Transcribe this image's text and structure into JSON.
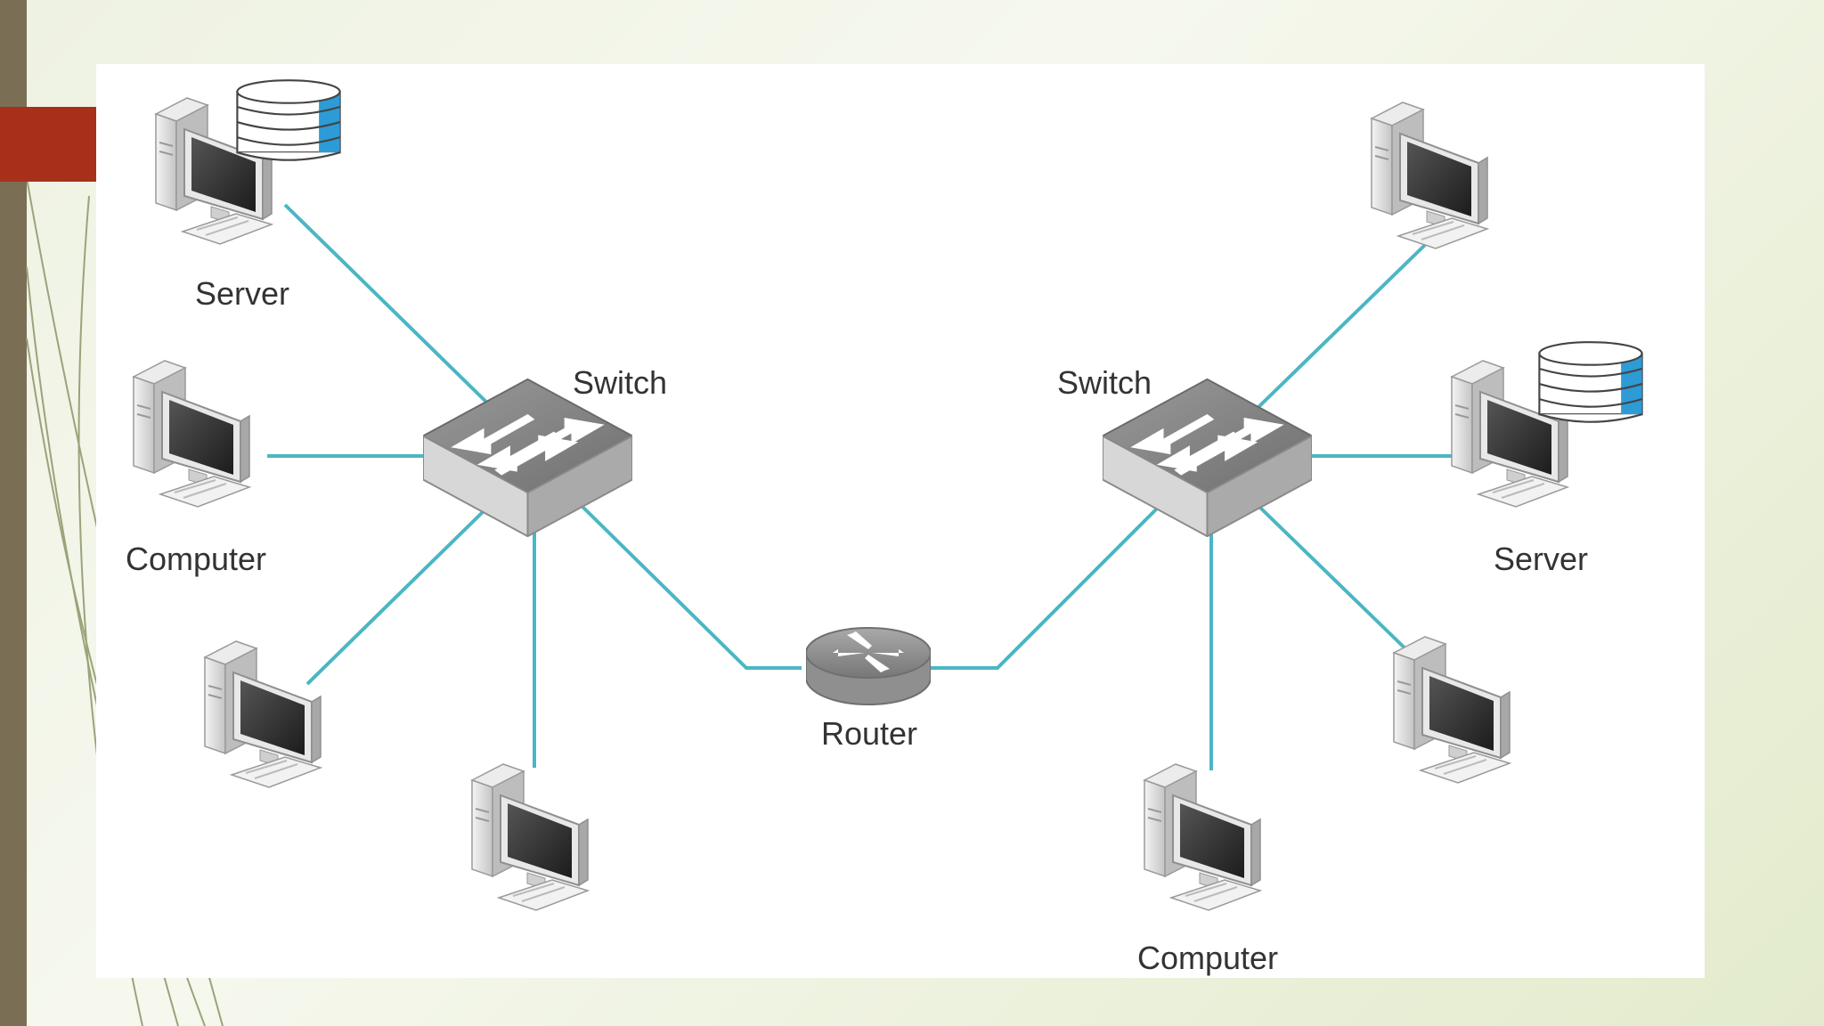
{
  "colors": {
    "background": "#eef2e2",
    "left_bar": "#7a6f55",
    "accent_block": "#a8301a",
    "link": "#4bb6c4",
    "panel": "#ffffff"
  },
  "diagram": {
    "type": "network-topology",
    "nodes": [
      {
        "id": "server-left",
        "kind": "server",
        "label": "Server"
      },
      {
        "id": "computer-left",
        "kind": "computer",
        "label": "Computer"
      },
      {
        "id": "pc-left-lower",
        "kind": "computer",
        "label": ""
      },
      {
        "id": "pc-left-bottom",
        "kind": "computer",
        "label": ""
      },
      {
        "id": "switch-left",
        "kind": "switch",
        "label": "Switch"
      },
      {
        "id": "router",
        "kind": "router",
        "label": "Router"
      },
      {
        "id": "switch-right",
        "kind": "switch",
        "label": "Switch"
      },
      {
        "id": "pc-right-top",
        "kind": "computer",
        "label": ""
      },
      {
        "id": "server-right",
        "kind": "server",
        "label": "Server"
      },
      {
        "id": "pc-right-lower",
        "kind": "computer",
        "label": ""
      },
      {
        "id": "computer-right",
        "kind": "computer",
        "label": "Computer"
      }
    ],
    "links": [
      [
        "server-left",
        "switch-left"
      ],
      [
        "computer-left",
        "switch-left"
      ],
      [
        "pc-left-lower",
        "switch-left"
      ],
      [
        "pc-left-bottom",
        "switch-left"
      ],
      [
        "switch-left",
        "router"
      ],
      [
        "router",
        "switch-right"
      ],
      [
        "switch-right",
        "pc-right-top"
      ],
      [
        "switch-right",
        "server-right"
      ],
      [
        "switch-right",
        "pc-right-lower"
      ],
      [
        "switch-right",
        "computer-right"
      ]
    ]
  }
}
